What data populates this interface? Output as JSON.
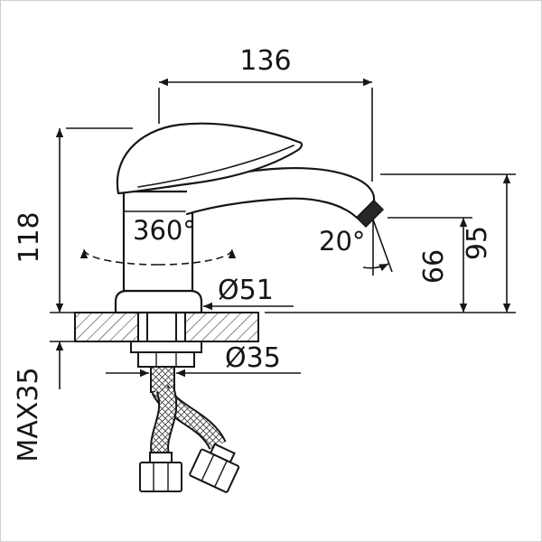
{
  "drawing": {
    "labels": {
      "spout_reach": "136",
      "overall_height": "118",
      "max_deck_thickness": "MAX35",
      "handle_swivel": "360°",
      "outlet_angle": "20°",
      "base_diameter": "Ø51",
      "hole_diameter": "Ø35",
      "outlet_height": "66",
      "spout_height": "95"
    }
  }
}
